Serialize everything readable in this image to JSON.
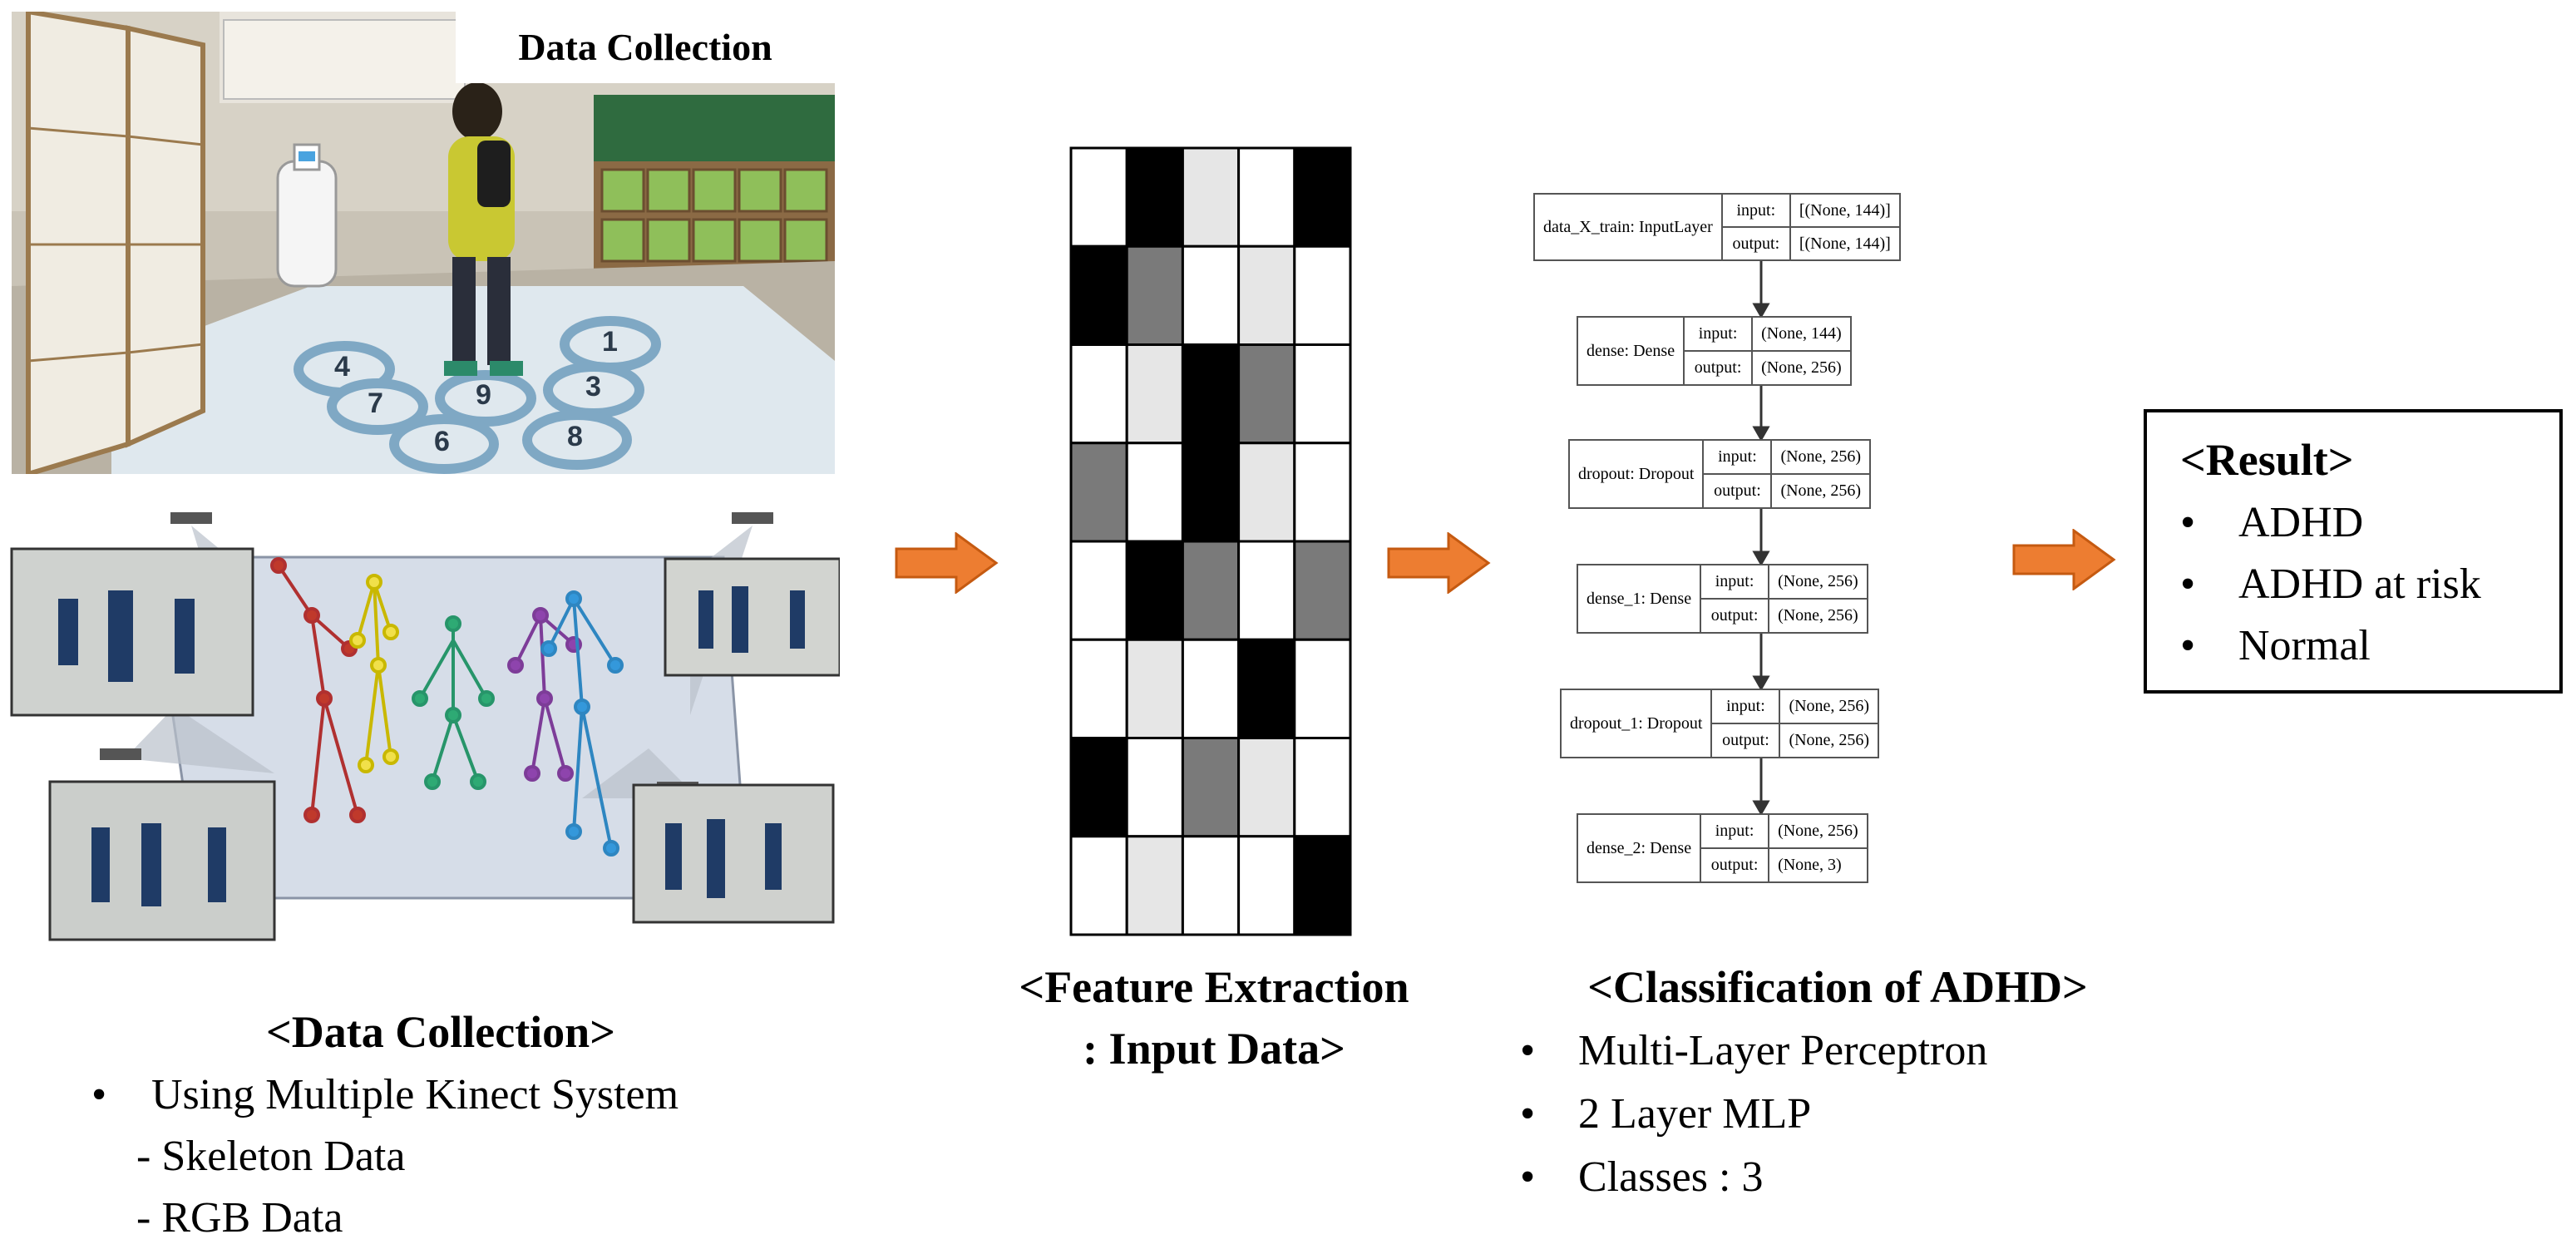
{
  "data_collection": {
    "photo_caption": "Data Collection",
    "floor_numbers": [
      "4",
      "1",
      "7",
      "9",
      "3",
      "6",
      "8"
    ],
    "title": "<Data Collection>",
    "items": [
      {
        "bullet": "•",
        "text": "Using Multiple Kinect System"
      },
      {
        "bullet": "",
        "text": "- Skeleton Data"
      },
      {
        "bullet": "",
        "text": "- RGB Data"
      }
    ]
  },
  "feature_extraction": {
    "title_line1": "<Feature Extraction",
    "title_line2": ": Input Data>",
    "grid_colors": {
      "0": "#ffffff",
      "1": "#e6e6e6",
      "2": "#7a7a7a",
      "3": "#000000"
    },
    "grid": [
      [
        0,
        3,
        1,
        0,
        3
      ],
      [
        3,
        2,
        0,
        1,
        0
      ],
      [
        0,
        1,
        3,
        2,
        0
      ],
      [
        2,
        0,
        3,
        1,
        0
      ],
      [
        0,
        3,
        2,
        0,
        2
      ],
      [
        0,
        1,
        0,
        3,
        0
      ],
      [
        3,
        0,
        2,
        1,
        0
      ],
      [
        0,
        1,
        0,
        0,
        3
      ]
    ]
  },
  "classification": {
    "title": "<Classification of ADHD>",
    "layers": [
      {
        "name": "data_X_train: InputLayer",
        "input_label": "input:",
        "input_value": "[(None, 144)]",
        "output_label": "output:",
        "output_value": "[(None, 144)]"
      },
      {
        "name": "dense: Dense",
        "input_label": "input:",
        "input_value": "(None, 144)",
        "output_label": "output:",
        "output_value": "(None, 256)"
      },
      {
        "name": "dropout: Dropout",
        "input_label": "input:",
        "input_value": "(None, 256)",
        "output_label": "output:",
        "output_value": "(None, 256)"
      },
      {
        "name": "dense_1: Dense",
        "input_label": "input:",
        "input_value": "(None, 256)",
        "output_label": "output:",
        "output_value": "(None, 256)"
      },
      {
        "name": "dropout_1: Dropout",
        "input_label": "input:",
        "input_value": "(None, 256)",
        "output_label": "output:",
        "output_value": "(None, 256)"
      },
      {
        "name": "dense_2: Dense",
        "input_label": "input:",
        "input_value": "(None, 256)",
        "output_label": "output:",
        "output_value": "(None, 3)"
      }
    ],
    "items": [
      {
        "bullet": "•",
        "text": "Multi-Layer Perceptron"
      },
      {
        "bullet": "•",
        "text": "2 Layer MLP"
      },
      {
        "bullet": "•",
        "text": "Classes : 3"
      }
    ]
  },
  "result": {
    "title": "<Result>",
    "items": [
      {
        "bullet": "•",
        "text": "ADHD"
      },
      {
        "bullet": "•",
        "text": "ADHD at risk"
      },
      {
        "bullet": "•",
        "text": "Normal"
      }
    ]
  },
  "colors": {
    "arrow": "#ed7d31",
    "arrow_border": "#c55a11",
    "floor": "#dfe8ee",
    "floor_circle": "#7fa8c4",
    "wall_green": "#8fbf5a",
    "lockers_brown": "#8b6a45"
  }
}
